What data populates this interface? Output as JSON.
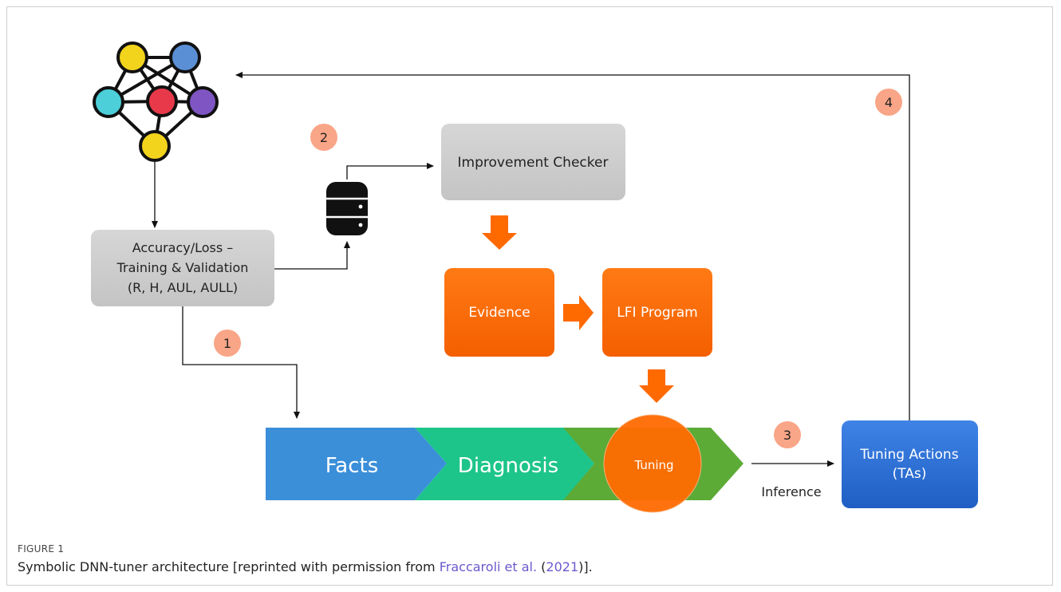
{
  "diagram": {
    "nodes": {
      "accuracy_loss": [
        "Accuracy/Loss –",
        "Training & Validation",
        "(R, H, AUL, AULL)"
      ],
      "improvement_checker": "Improvement Checker",
      "evidence": "Evidence",
      "lfi_program": "LFI Program",
      "tuning_actions": [
        "Tuning Actions",
        "(TAs)"
      ]
    },
    "pipeline": {
      "facts": "Facts",
      "diagnosis": "Diagnosis",
      "tuning": "Tuning"
    },
    "edge_labels": {
      "inference": "Inference"
    },
    "step_badges": [
      "1",
      "2",
      "3",
      "4"
    ],
    "icons": [
      "neural-network-icon",
      "database-icon"
    ],
    "colors": {
      "gray_box": "#cdcdcd",
      "orange": "#ff6a00",
      "facts_blue": "#3b8fd9",
      "diagnosis_green": "#1dc58a",
      "tuning_green": "#5cab37",
      "ta_blue": "#2a6fd6",
      "badge": "#f9a587",
      "link": "#6a5acd"
    }
  },
  "caption": {
    "label": "FIGURE 1",
    "text_before": "Symbolic DNN-tuner architecture [reprinted with permission from ",
    "link_authors": "Fraccaroli et al.",
    "text_middle": " (",
    "link_year": "2021",
    "text_after": ")]."
  }
}
